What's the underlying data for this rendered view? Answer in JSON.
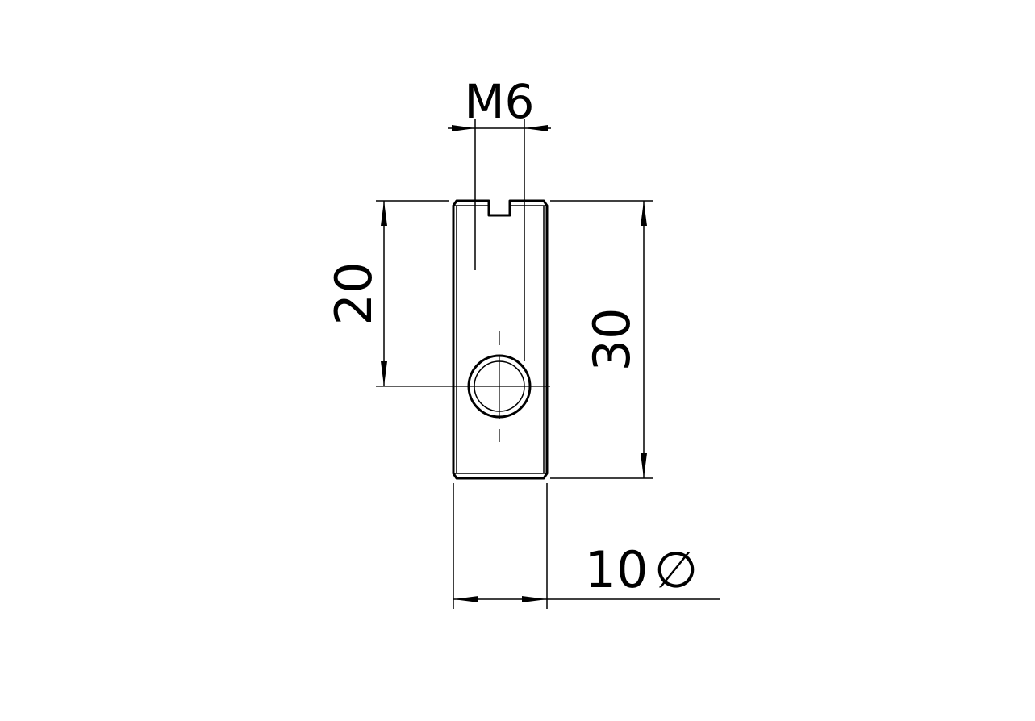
{
  "drawing": {
    "dimensions": {
      "thread": "M6",
      "hole_position": "20",
      "length": "30",
      "diameter_value": "10",
      "diameter_symbol": "∅"
    },
    "colors": {
      "line": "#000000",
      "background": "#ffffff"
    }
  }
}
